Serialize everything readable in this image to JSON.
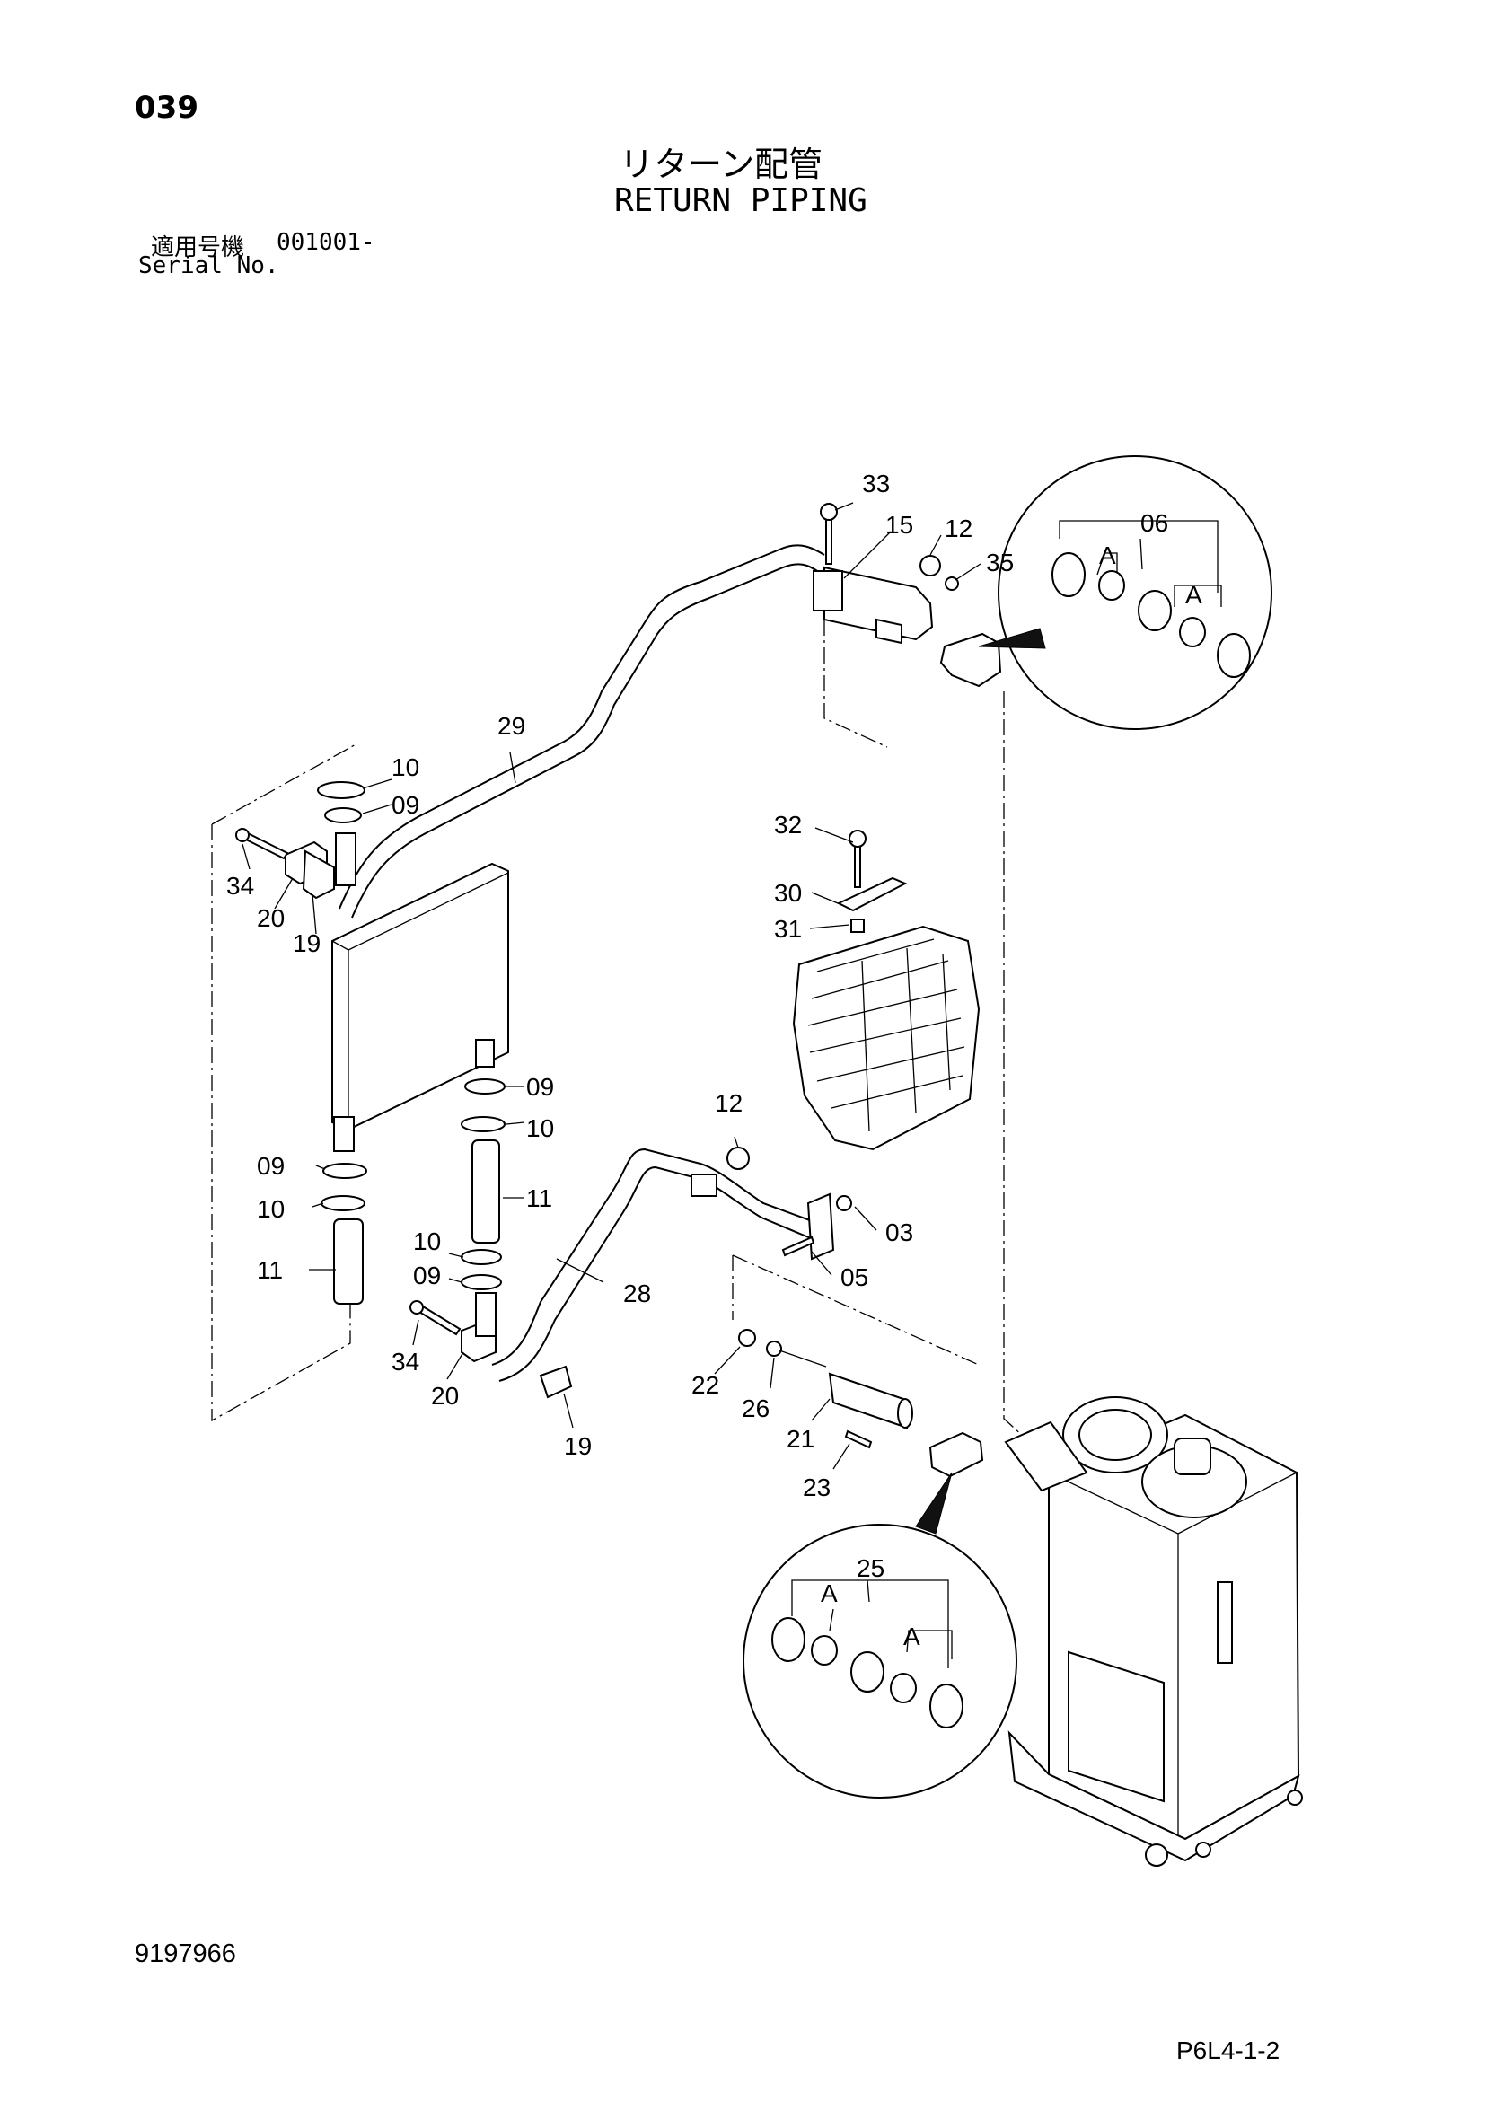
{
  "header": {
    "page_number": "039",
    "title_jp": "リターン配管",
    "title_en": "RETURN PIPING",
    "serial_label_jp": "適用号機",
    "serial_value": "001001-",
    "serial_label_en": "Serial No."
  },
  "diagram": {
    "callouts": [
      "33",
      "15",
      "12",
      "35",
      "06",
      "A",
      "A",
      "29",
      "10",
      "09",
      "34",
      "20",
      "19",
      "32",
      "30",
      "31",
      "09",
      "10",
      "09",
      "10",
      "11",
      "12",
      "11",
      "03",
      "10",
      "09",
      "28",
      "05",
      "34",
      "20",
      "19",
      "22",
      "26",
      "21",
      "23",
      "25",
      "A",
      "A"
    ]
  },
  "footer": {
    "doc_number": "9197966",
    "drawing_code": "P6L4-1-2"
  }
}
